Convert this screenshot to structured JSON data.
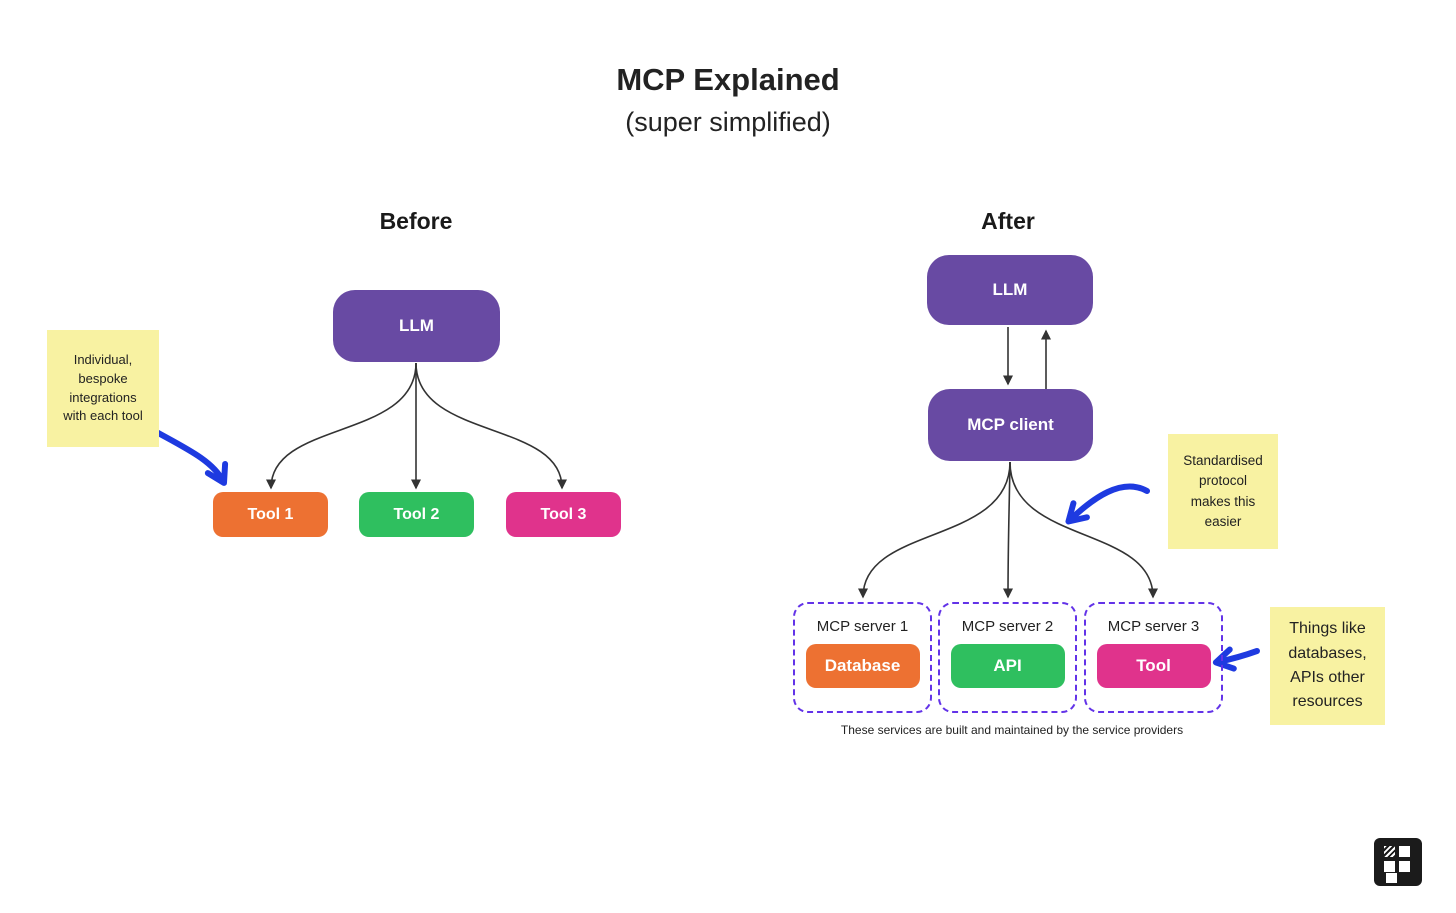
{
  "title": "MCP Explained",
  "subtitle": "(super simplified)",
  "before": {
    "heading": "Before",
    "llm": "LLM",
    "tools": [
      "Tool 1",
      "Tool 2",
      "Tool 3"
    ]
  },
  "after": {
    "heading": "After",
    "llm": "LLM",
    "client": "MCP client",
    "servers": [
      {
        "name": "MCP server 1",
        "resource": "Database"
      },
      {
        "name": "MCP server 2",
        "resource": "API"
      },
      {
        "name": "MCP server 3",
        "resource": "Tool"
      }
    ],
    "caption": "These services are built and maintained by the service providers"
  },
  "sticky_notes": [
    {
      "lines": [
        "Individual,",
        "bespoke",
        "integrations",
        "with each tool"
      ]
    },
    {
      "lines": [
        "Standardised",
        "protocol",
        "makes this",
        "easier"
      ]
    },
    {
      "lines": [
        "Things like",
        "databases,",
        "APIs other",
        "resources"
      ]
    }
  ],
  "icons": {
    "logo": "grid-squares-logo"
  },
  "colors": {
    "purple": "#684AA3",
    "orange": "#ED7132",
    "green": "#2FBF5F",
    "pink": "#E0338C",
    "sticky_yellow": "#F8F2A2",
    "dashed_violet": "#6333E8",
    "hand_arrow_blue": "#1E3AE0",
    "connector_dark": "#333333",
    "logo_background": "#1B1B1B"
  }
}
